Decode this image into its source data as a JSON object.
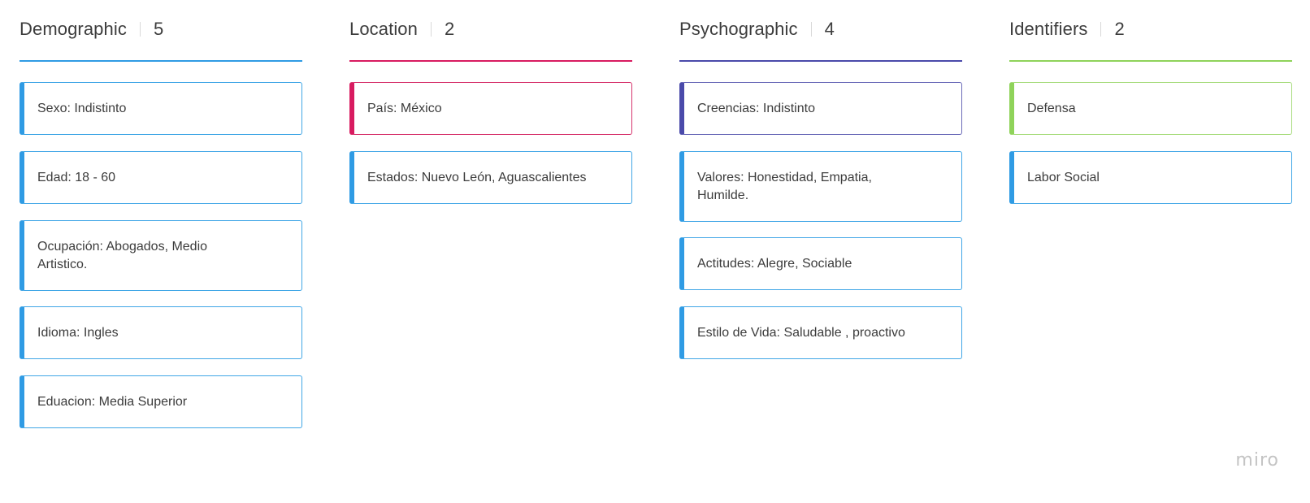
{
  "colors": {
    "demographic": "#2f9be4",
    "location": "#d81b60",
    "psychographic": "#4a4aaa",
    "identifiers": "#8fd35a",
    "default_card_accent": "#2f9be4"
  },
  "columns": [
    {
      "title": "Demographic",
      "count": "5",
      "cards": [
        {
          "text": "Sexo: Indistinto",
          "accent": "#2f9be4",
          "border": "#40a6e6"
        },
        {
          "text": "Edad: 18 - 60",
          "accent": "#2f9be4",
          "border": "#40a6e6"
        },
        {
          "text": "Ocupación:  Abogados, Medio Artistico.",
          "accent": "#2f9be4",
          "border": "#40a6e6"
        },
        {
          "text": "Idioma: Ingles",
          "accent": "#2f9be4",
          "border": "#40a6e6"
        },
        {
          "text": "Eduacion: Media Superior",
          "accent": "#2f9be4",
          "border": "#40a6e6"
        }
      ]
    },
    {
      "title": "Location",
      "count": "2",
      "cards": [
        {
          "text": "País: México",
          "accent": "#d81b60",
          "border": "#d6336c"
        },
        {
          "text": "Estados: Nuevo León, Aguascalientes",
          "accent": "#2f9be4",
          "border": "#40a6e6"
        }
      ]
    },
    {
      "title": "Psychographic",
      "count": "4",
      "cards": [
        {
          "text": "Creencias: Indistinto",
          "accent": "#4a4aaa",
          "border": "#6a6ab8"
        },
        {
          "text": "Valores: Honestidad, Empatia, Humilde.",
          "accent": "#2f9be4",
          "border": "#40a6e6"
        },
        {
          "text": "Actitudes: Alegre, Sociable",
          "accent": "#2f9be4",
          "border": "#40a6e6"
        },
        {
          "text": "Estilo de Vida: Saludable , proactivo",
          "accent": "#2f9be4",
          "border": "#40a6e6"
        }
      ]
    },
    {
      "title": "Identifiers",
      "count": "2",
      "cards": [
        {
          "text": "Defensa",
          "accent": "#8fd35a",
          "border": "#a8dc7e"
        },
        {
          "text": "Labor Social",
          "accent": "#2f9be4",
          "border": "#40a6e6"
        }
      ]
    }
  ],
  "branding": {
    "logo_text": "miro"
  }
}
